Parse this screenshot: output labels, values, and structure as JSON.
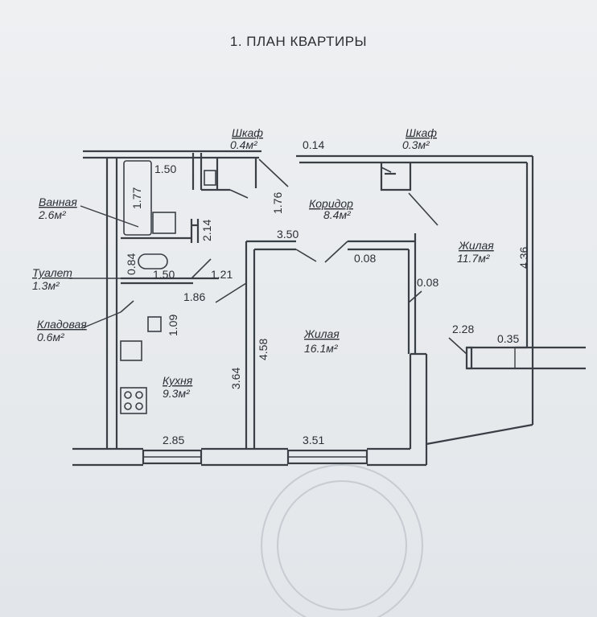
{
  "title": "1. ПЛАН КВАРТИРЫ",
  "rooms": {
    "closet1": {
      "label": "Шкаф",
      "area": "0.4м²"
    },
    "closet2": {
      "label": "Шкаф",
      "area": "0.3м²"
    },
    "bath": {
      "label": "Ванная",
      "area": "2.6м²"
    },
    "corridor": {
      "label": "Коридор",
      "area": "8.4м²"
    },
    "toilet": {
      "label": "Туалет",
      "area": "1.3м²"
    },
    "pantry": {
      "label": "Кладовая",
      "area": "0.6м²"
    },
    "living_big": {
      "label": "Жилая",
      "area": "16.1м²"
    },
    "living_small": {
      "label": "Жилая",
      "area": "11.7м²"
    },
    "kitchen": {
      "label": "Кухня",
      "area": "9.3м²"
    }
  },
  "dims": {
    "d_014": "0.14",
    "d_150a": "1.50",
    "d_177": "1.77",
    "d_176": "1.76",
    "d_214": "2.14",
    "d_350": "3.50",
    "d_084": "0.84",
    "d_008a": "0.08",
    "d_436": "4.36",
    "d_150b": "1.50",
    "d_121": "1.21",
    "d_186": "1.86",
    "d_008b": "0.08",
    "d_109": "1.09",
    "d_228": "2.28",
    "d_035": "0.35",
    "d_364": "3.64",
    "d_458": "4.58",
    "d_285": "2.85",
    "d_351": "3.51"
  }
}
